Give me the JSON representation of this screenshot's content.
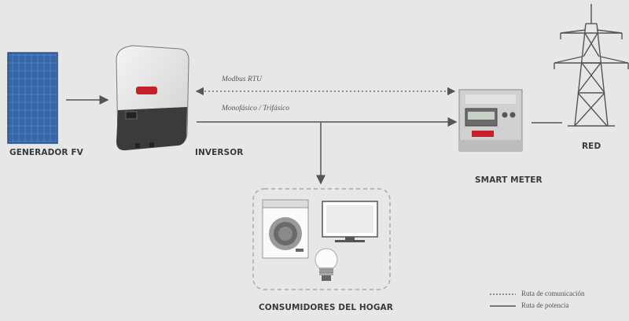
{
  "labels": {
    "pv_generator": "GENERADOR FV",
    "inverter": "INVERSOR",
    "smart_meter": "SMART METER",
    "grid": "RED",
    "household": "CONSUMIDORES DEL HOGAR"
  },
  "links": {
    "modbus": "Modbus RTU",
    "power_phase": "Monofásico / Trifásico"
  },
  "legend": {
    "communication": "Ruta de comunicación",
    "power": "Ruta de potencia"
  },
  "colors": {
    "background": "#e7e7e7",
    "panel_blue": "#3d6fb0",
    "brand_red": "#c8202a",
    "line": "#555555"
  }
}
